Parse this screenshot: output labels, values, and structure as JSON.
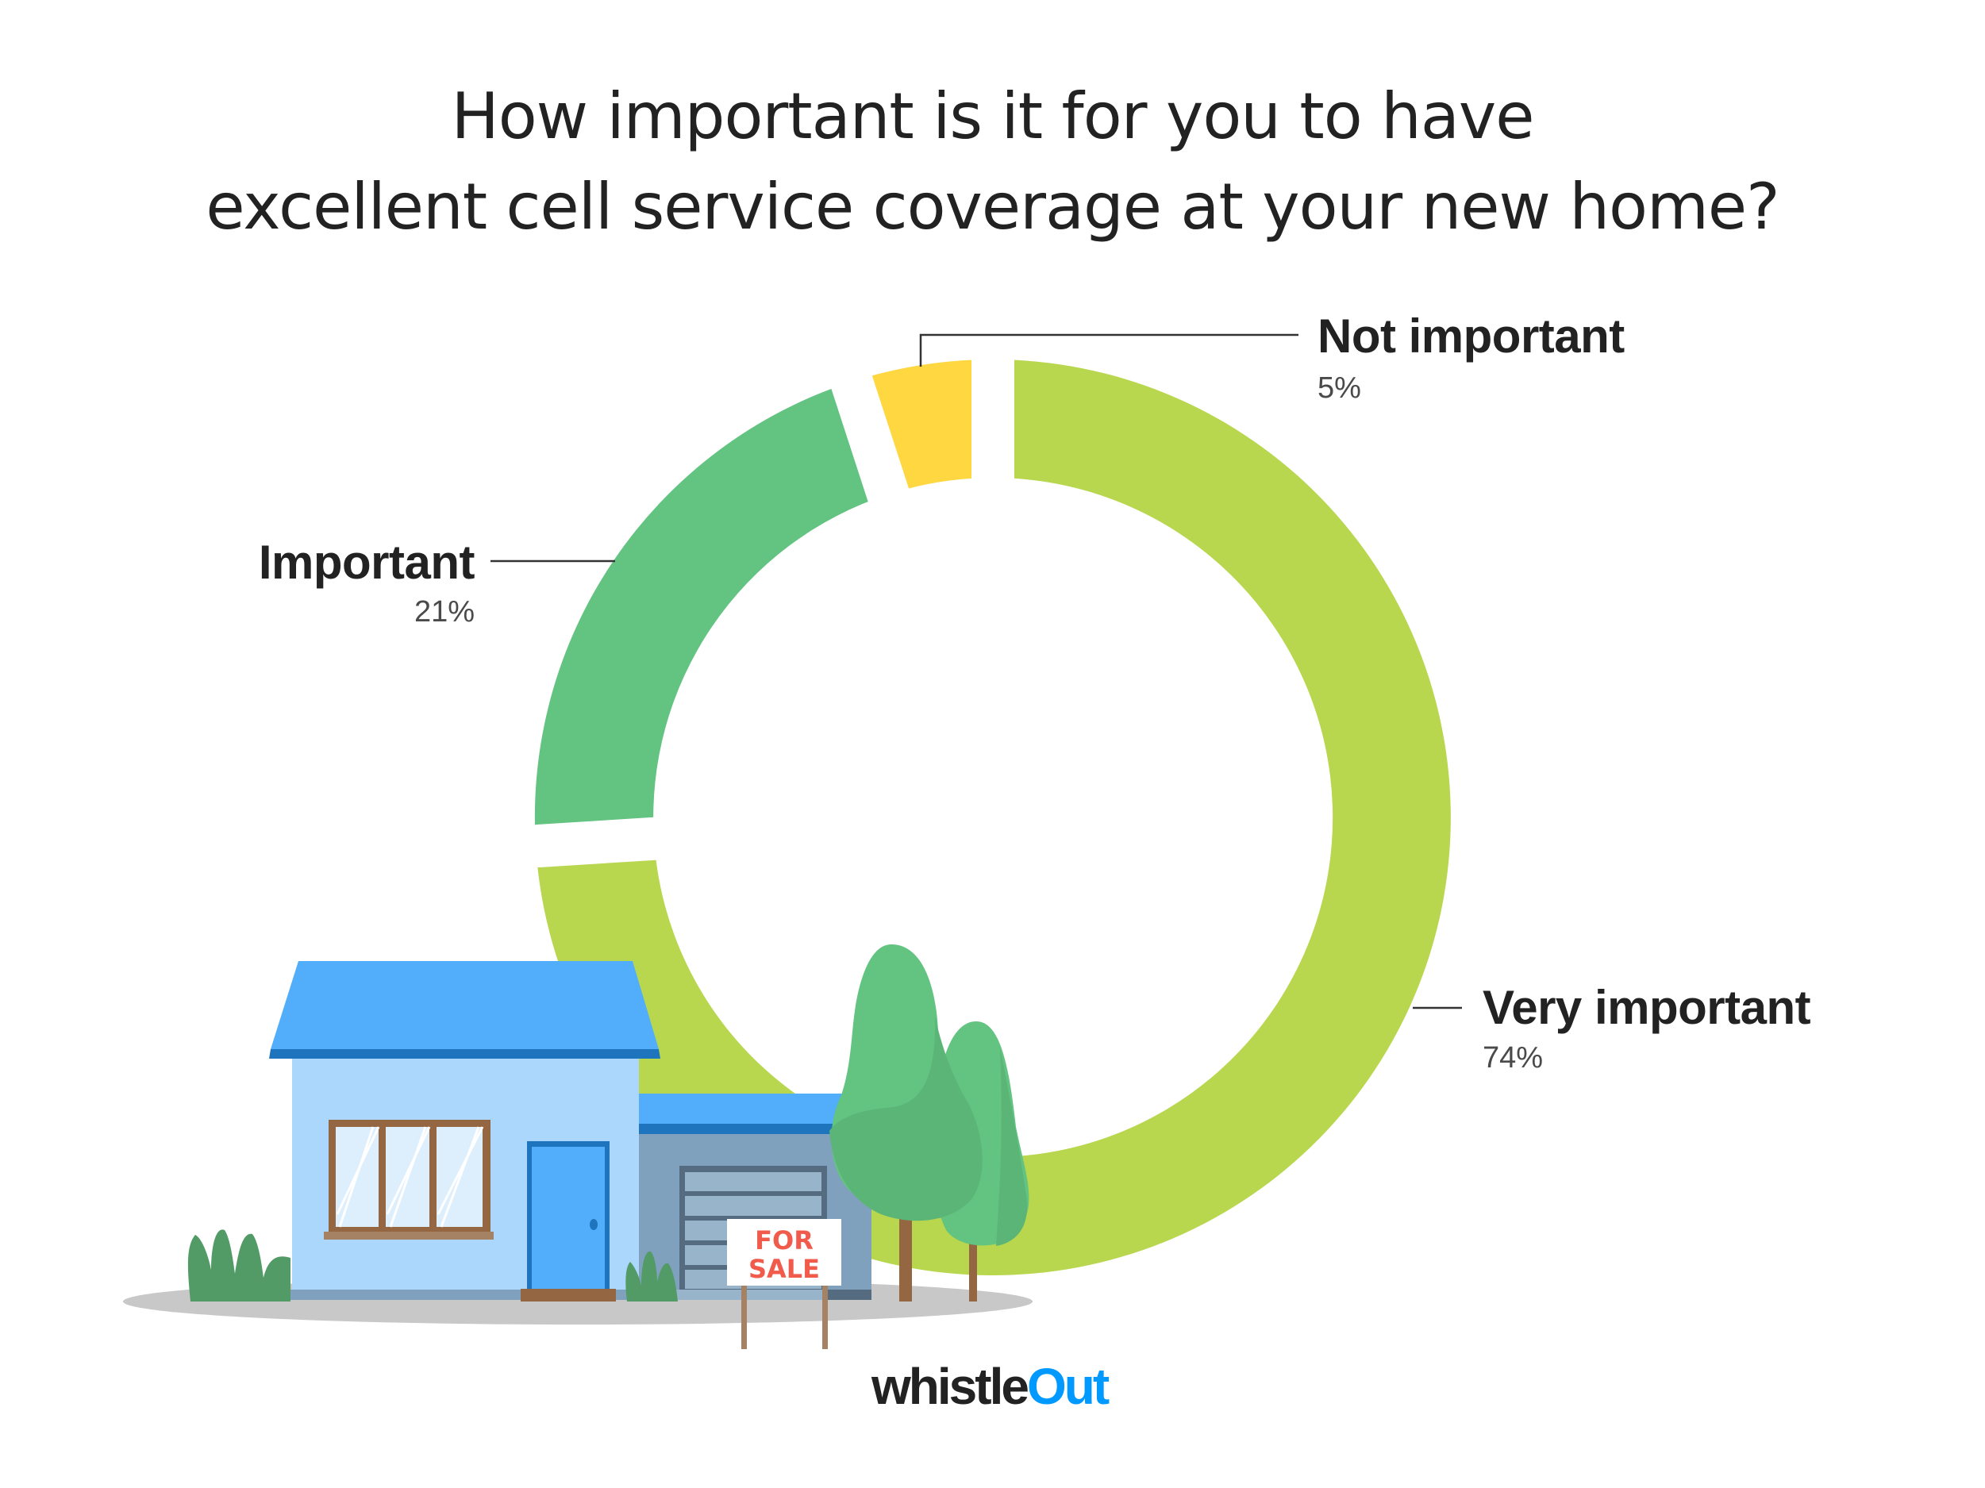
{
  "title": {
    "line1": "How important is it for you to have",
    "line2": "excellent cell service coverage at your new home?"
  },
  "labels": {
    "very_important": {
      "name": "Very important",
      "value": "74%"
    },
    "important": {
      "name": "Important",
      "value": "21%"
    },
    "not_important": {
      "name": "Not important",
      "value": "5%"
    }
  },
  "illustration": {
    "sign_line1": "FOR",
    "sign_line2": "SALE"
  },
  "logo": {
    "part1": "whistle",
    "part2": "Out"
  },
  "colors": {
    "very_important": "#B8D74E",
    "important": "#63C381",
    "not_important": "#FED741",
    "logo_accent": "#0099FF",
    "title": "#222222"
  },
  "chart_data": {
    "type": "pie",
    "subtype": "donut",
    "title": "How important is it for you to have excellent cell service coverage at your new home?",
    "categories": [
      "Very important",
      "Important",
      "Not important"
    ],
    "values": [
      74,
      21,
      5
    ],
    "unit": "%",
    "colors": [
      "#B8D74E",
      "#63C381",
      "#FED741"
    ],
    "start_angle": "12 o'clock, clockwise",
    "legend": "callout labels with leader lines"
  }
}
